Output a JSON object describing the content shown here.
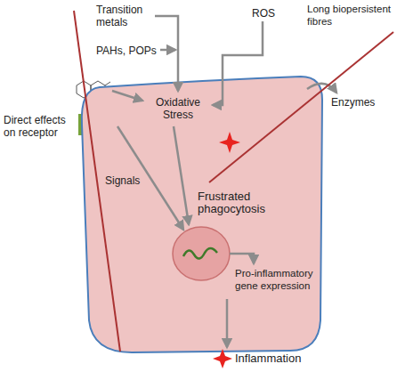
{
  "diagram": {
    "nodes": [
      {
        "text": [
          "Oxidative Stress",
          "Frustrated phagocytosis",
          "Signals",
          "Pro-inflammatory gene expression"
        ]
      }
    ],
    "labels": [
      "Transition metals",
      "PAHs, POPs",
      "ROS",
      "Long biopersistent fibres",
      "Enzymes",
      "Direct effects on receptor",
      "Inflammation"
    ]
  }
}
